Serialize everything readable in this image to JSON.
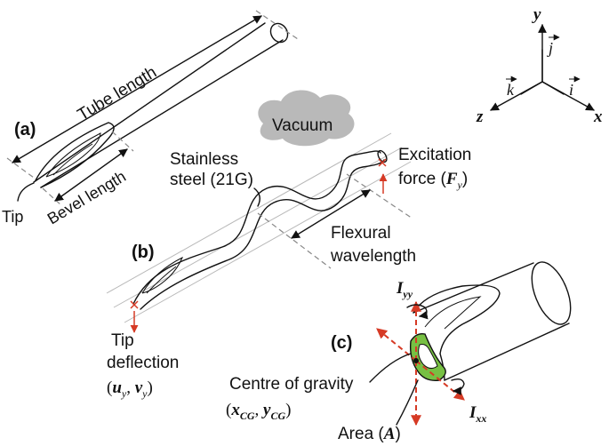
{
  "labels": {
    "panel_a": "(a)",
    "panel_b": "(b)",
    "panel_c": "(c)",
    "tube_length": "Tube length",
    "bevel_length": "Bevel length",
    "tip": "Tip",
    "vacuum": "Vacuum",
    "stainless_line1": "Stainless",
    "stainless_line2": "steel (21G)",
    "excitation_line1": "Excitation",
    "excitation_line2": "force (",
    "excitation_var": "F",
    "excitation_sub": "y",
    "flexural_line1": "Flexural",
    "flexural_line2": "wavelength",
    "tip_deflection_line1": "Tip",
    "tip_deflection_line2": "deflection",
    "tip_u": "u",
    "tip_v": "v",
    "tip_sub": "y",
    "cog_line1": "Centre of gravity",
    "cog_x": "x",
    "cog_y": "y",
    "cog_sub": "CG",
    "area": "Area (",
    "area_var": "A",
    "iyy": "I",
    "iyy_sub": "yy",
    "ixx": "I",
    "ixx_sub": "xx"
  },
  "axes": {
    "y": "y",
    "x": "x",
    "z": "z",
    "j": "j",
    "i": "i",
    "k": "k"
  },
  "colors": {
    "vacuum_fill": "#b9b9b9",
    "red": "#d63a25",
    "green": "#77c043"
  }
}
